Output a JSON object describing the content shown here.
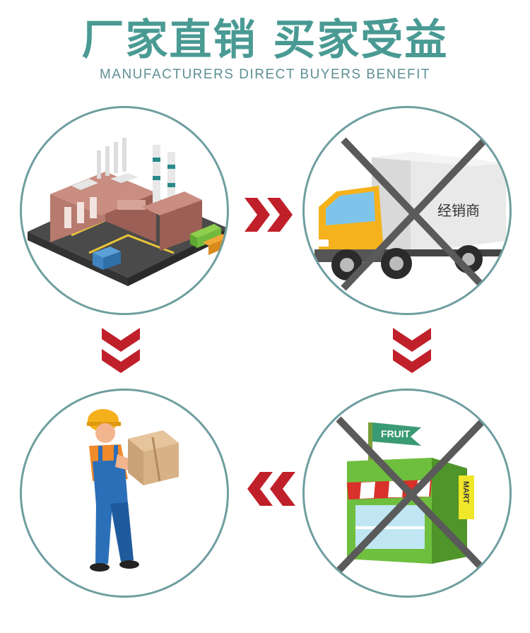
{
  "header": {
    "title": "厂家直销 买家受益",
    "subtitle": "MANUFACTURERS DIRECT BUYERS BENEFIT"
  },
  "truck": {
    "label": "经销商"
  },
  "store": {
    "sign": "FRUIT",
    "side_sign": "MART"
  },
  "colors": {
    "title": "#4a9a94",
    "subtitle": "#5e8f93",
    "circle_border": "#6f9ea0",
    "arrow": "#c0202a",
    "cross": "#5a5a5a"
  }
}
